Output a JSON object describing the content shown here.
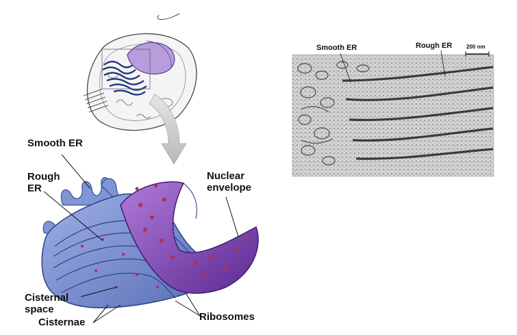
{
  "diagram": {
    "labels": {
      "smooth_er": "Smooth ER",
      "rough_er_line1": "Rough",
      "rough_er_line2": "ER",
      "nuclear_line1": "Nuclear",
      "nuclear_line2": "envelope",
      "cisternal_line1": "Cisternal",
      "cisternal_line2": "space",
      "cisternae": "Cisternae",
      "ribosomes": "Ribosomes"
    }
  },
  "micrograph": {
    "smooth_er": "Smooth ER",
    "rough_er": "Rough ER",
    "scale_bar": "200 nm"
  },
  "colors": {
    "er_blue": "#6f86c9",
    "er_dark": "#2d3f86",
    "nucleus_purple": "#7a3fb0",
    "ribosome": "#a8325a"
  }
}
